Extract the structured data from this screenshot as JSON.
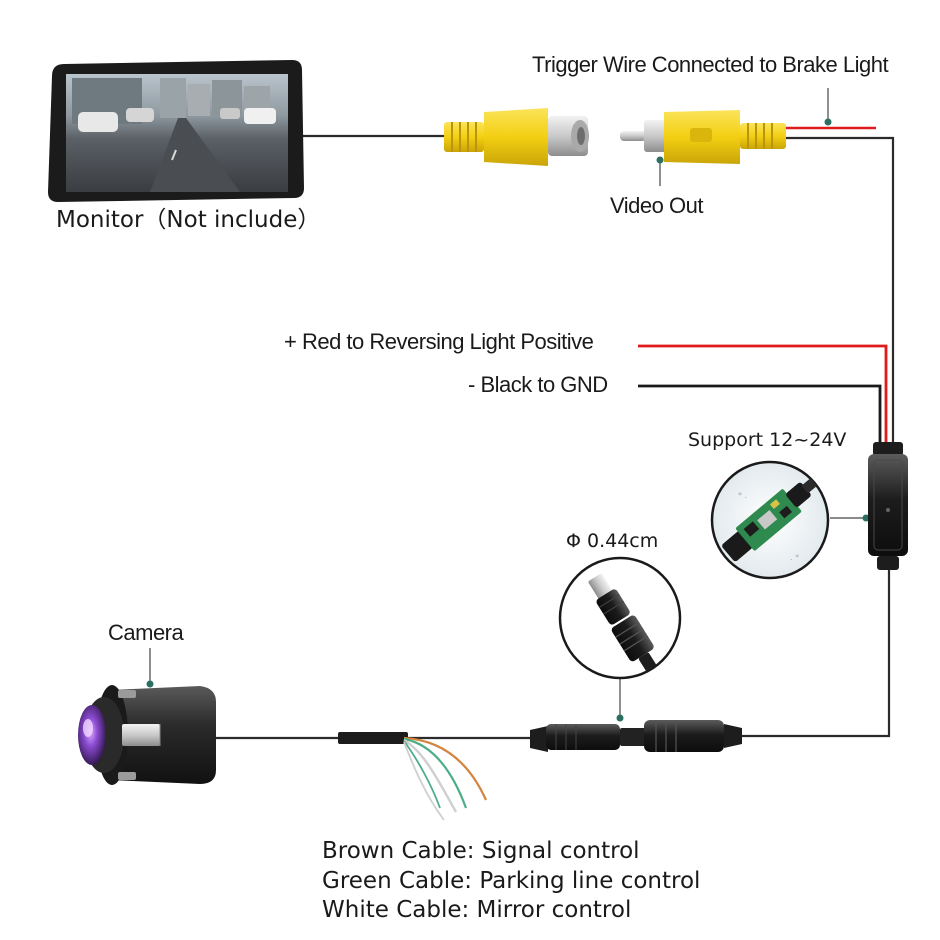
{
  "labels": {
    "monitor": "Monitor（Not include）",
    "trigger": "Trigger Wire Connected to Brake Light",
    "video_out": "Video Out",
    "red_wire": "+ Red to Reversing Light Positive",
    "black_wire": "- Black to GND",
    "support": "Support 12~24V",
    "diameter": "Φ 0.44cm",
    "camera": "Camera",
    "brown": "Brown Cable: Signal control",
    "green": "Green Cable: Parking line control",
    "white": "White Cable: Mirror control"
  },
  "colors": {
    "wire_black": "#2b2b2b",
    "wire_red": "#e01b1b",
    "rca_yellow": "#f5d313",
    "callout_dot": "#2a6f62",
    "brown_cable": "#d4843c",
    "green_cable": "#4cae87",
    "white_cable": "#d8d8d8",
    "camera_body": "#2a2a2a"
  },
  "icons": [
    "monitor-icon",
    "rca-female-plug-icon",
    "rca-male-plug-icon",
    "power-module-icon",
    "circuit-board-zoom-icon",
    "connector-zoom-icon",
    "camera-icon",
    "cable-connector-icon"
  ]
}
